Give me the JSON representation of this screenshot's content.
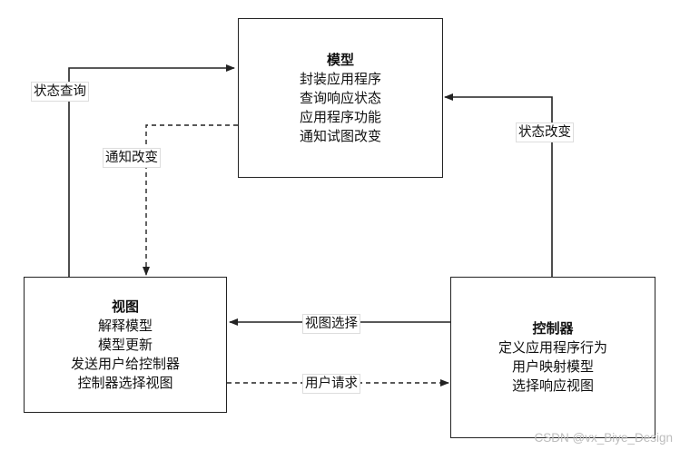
{
  "model": {
    "title": "模型",
    "lines": [
      "封装应用程序",
      "查询响应状态",
      "应用程序功能",
      "通知试图改变"
    ]
  },
  "view": {
    "title": "视图",
    "lines": [
      "解释模型",
      "模型更新",
      "发送用户给控制器",
      "控制器选择视图"
    ]
  },
  "controller": {
    "title": "控制器",
    "lines": [
      "定义应用程序行为",
      "用户映射模型",
      "选择响应视图"
    ]
  },
  "edges": {
    "state_query": "状态查询",
    "notify_change": "通知改变",
    "state_change": "状态改变",
    "view_select": "视图选择",
    "user_request": "用户请求"
  },
  "watermark": "CSDN @vx_Biye_Design"
}
